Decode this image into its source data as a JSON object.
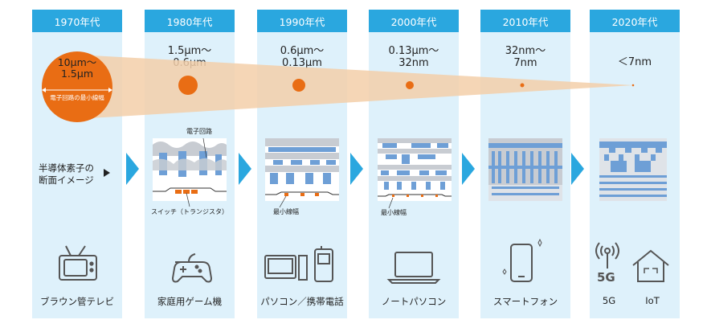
{
  "columns": [
    {
      "era": "1970年代",
      "size": "10μm～\n1.5μm",
      "device": "ブラウン管テレビ"
    },
    {
      "era": "1980年代",
      "size": "1.5μm～\n0.6μm",
      "device": "家庭用ゲーム機"
    },
    {
      "era": "1990年代",
      "size": "0.6μm～\n0.13μm",
      "device": "パソコン／携帯電話"
    },
    {
      "era": "2000年代",
      "size": "0.13μm～\n32nm",
      "device": "ノートパソコン"
    },
    {
      "era": "2010年代",
      "size": "32nm～\n7nm",
      "device": "スマートフォン"
    },
    {
      "era": "2020年代",
      "size": "＜7nm",
      "device_a": "5G",
      "device_b": "IoT"
    }
  ],
  "labels": {
    "min_width": "電子回路の最小線幅",
    "cross_section": "半導体素子の\n断面イメージ",
    "circuit": "電子回路",
    "switch": "スイッチ（トランジスタ）",
    "min_line_1990": "最小線幅",
    "min_line_2000": "最小線幅",
    "icon_5g": "5G"
  },
  "colors": {
    "header": "#2aa7df",
    "column_bg": "#def1fb",
    "accent": "#e96d14",
    "arrow": "#2aa7df"
  }
}
